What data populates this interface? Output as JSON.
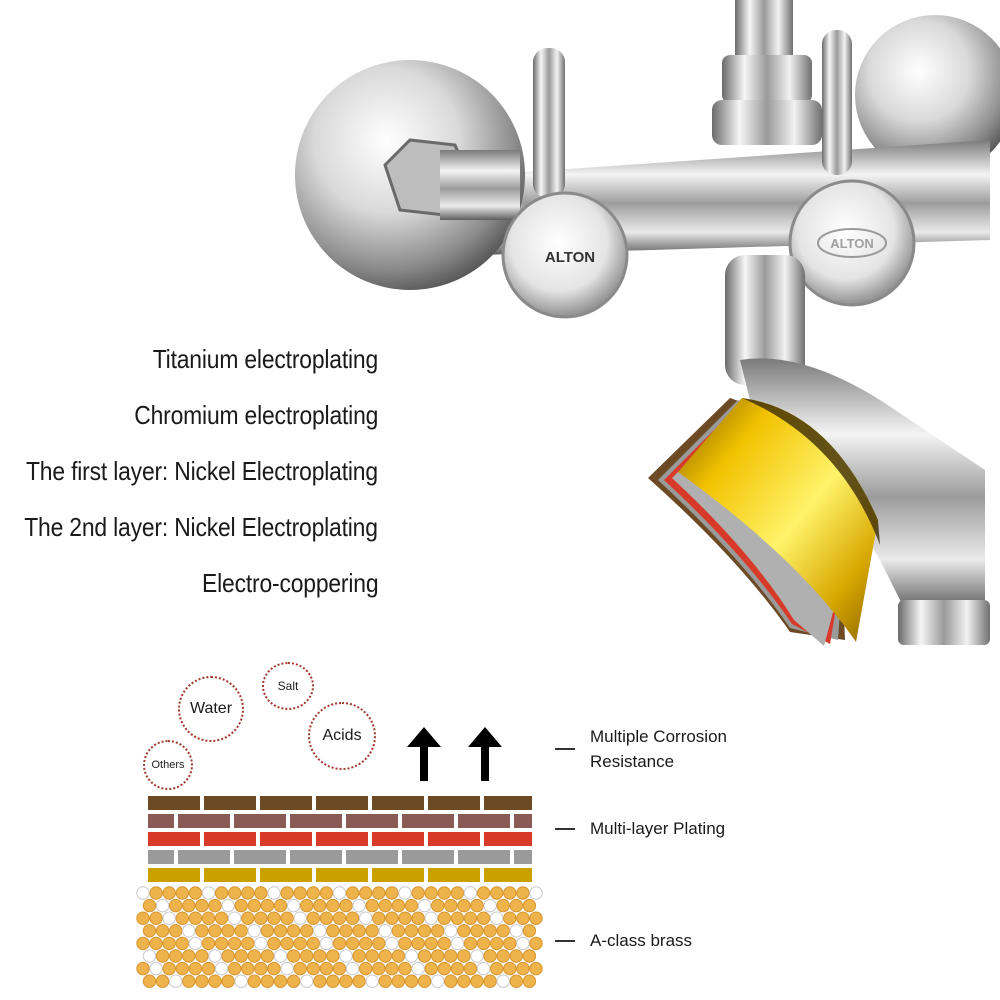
{
  "plating_layers": {
    "labels": [
      "Titanium electroplating",
      "Chromium electroplating",
      "The first layer: Nickel Electroplating",
      "The 2nd layer: Nickel Electroplating",
      "Electro-coppering"
    ],
    "colors": [
      "#6b4a24",
      "#8a5a55",
      "#d83a2a",
      "#9a9a9a",
      "#c9a000"
    ]
  },
  "product": {
    "brand_mark": "ALTON"
  },
  "corrosives": {
    "items": [
      "Water",
      "Salt",
      "Acids",
      "Others"
    ]
  },
  "annotations": {
    "resistance": "Multiple Corrosion\nResistance",
    "plating": "Multi-layer Plating",
    "brass": "A-class brass"
  },
  "colors": {
    "brass_gold": "#efb34c",
    "brass_white": "#ffffff",
    "bubble_dots": "#a0382c",
    "chrome_dark": "#6a6a6a",
    "chrome_light": "#f4f4f4",
    "gold_foil": "#f2c200"
  }
}
